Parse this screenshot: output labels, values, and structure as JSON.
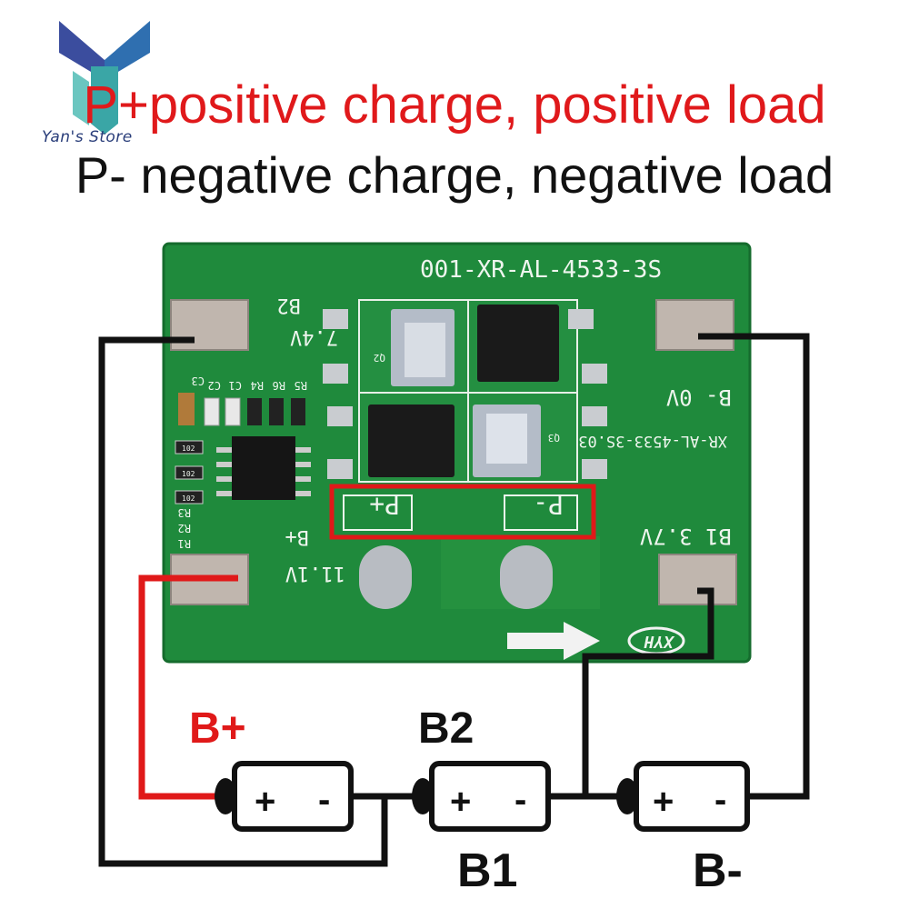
{
  "header": {
    "line1": "P+positive charge, positive load",
    "line2": "P- negative charge, negative load"
  },
  "logo": {
    "brand": "Yan's Store"
  },
  "pcb": {
    "model": "001-XR-AL-4533-3S",
    "model_small": "XR-AL-4533-3S.03",
    "pad_b2": "B2",
    "v_b2": "7.4V",
    "pad_b0": "B- 0V",
    "pad_b1": "B1 3.7V",
    "pad_bplus": "B+",
    "v_bplus": "11.1V",
    "p_plus": "P+",
    "p_minus": "P-",
    "maker": "XYH",
    "comp_labels": [
      "C3",
      "C2",
      "C1",
      "R4",
      "R6",
      "R5",
      "Q2",
      "Q3",
      "R1",
      "R2",
      "R3"
    ],
    "resistor_codes": [
      "102",
      "102",
      "102"
    ],
    "highlight_color": "#e01919",
    "board_color": "#1f8a3c"
  },
  "labels": {
    "b_plus": "B+",
    "b2": "B2",
    "b1": "B1",
    "b_minus": "B-"
  },
  "batteries": [
    {
      "plus": "+",
      "minus": "-"
    },
    {
      "plus": "+",
      "minus": "-"
    },
    {
      "plus": "+",
      "minus": "-"
    }
  ],
  "wire_colors": {
    "positive": "#e01919",
    "other": "#111111"
  }
}
